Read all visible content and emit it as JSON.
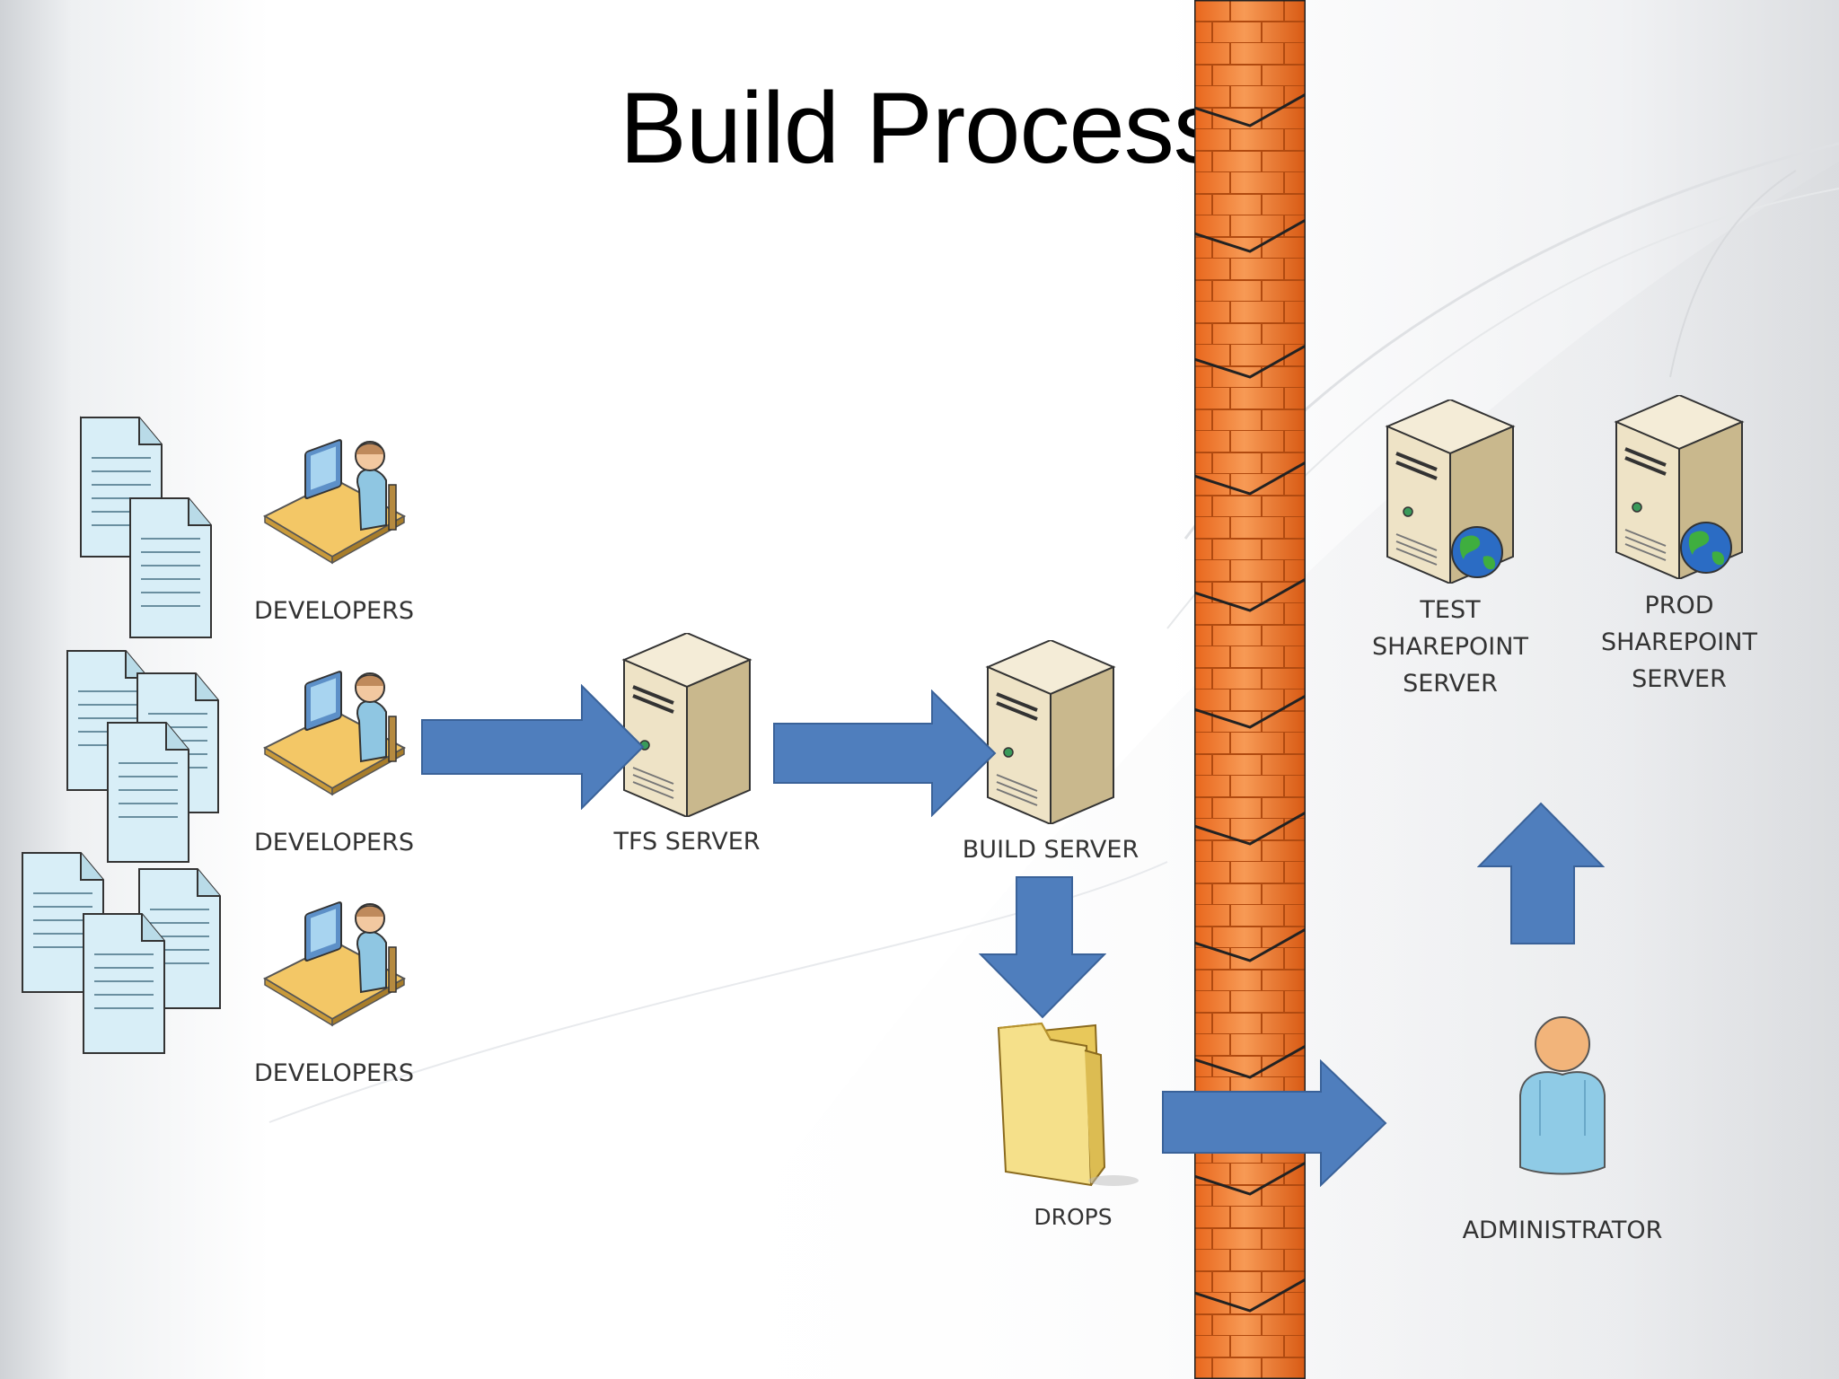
{
  "slide": {
    "title": "Build Process"
  },
  "nodes": {
    "developers_1": "DEVELOPERS",
    "developers_2": "DEVELOPERS",
    "developers_3": "DEVELOPERS",
    "tfs_server": "TFS SERVER",
    "build_server": "BUILD SERVER",
    "drops": "DROPS",
    "administrator": "ADMINISTRATOR",
    "test_server": [
      "TEST",
      "SHAREPOINT",
      "SERVER"
    ],
    "prod_server": [
      "PROD",
      "SHAREPOINT",
      "SERVER"
    ]
  },
  "colors": {
    "arrow": "#4f7ebd",
    "firewall": "#f07a2e",
    "document": "#d8eef7",
    "server": "#e8dcc0",
    "folder": "#f5e08a"
  }
}
